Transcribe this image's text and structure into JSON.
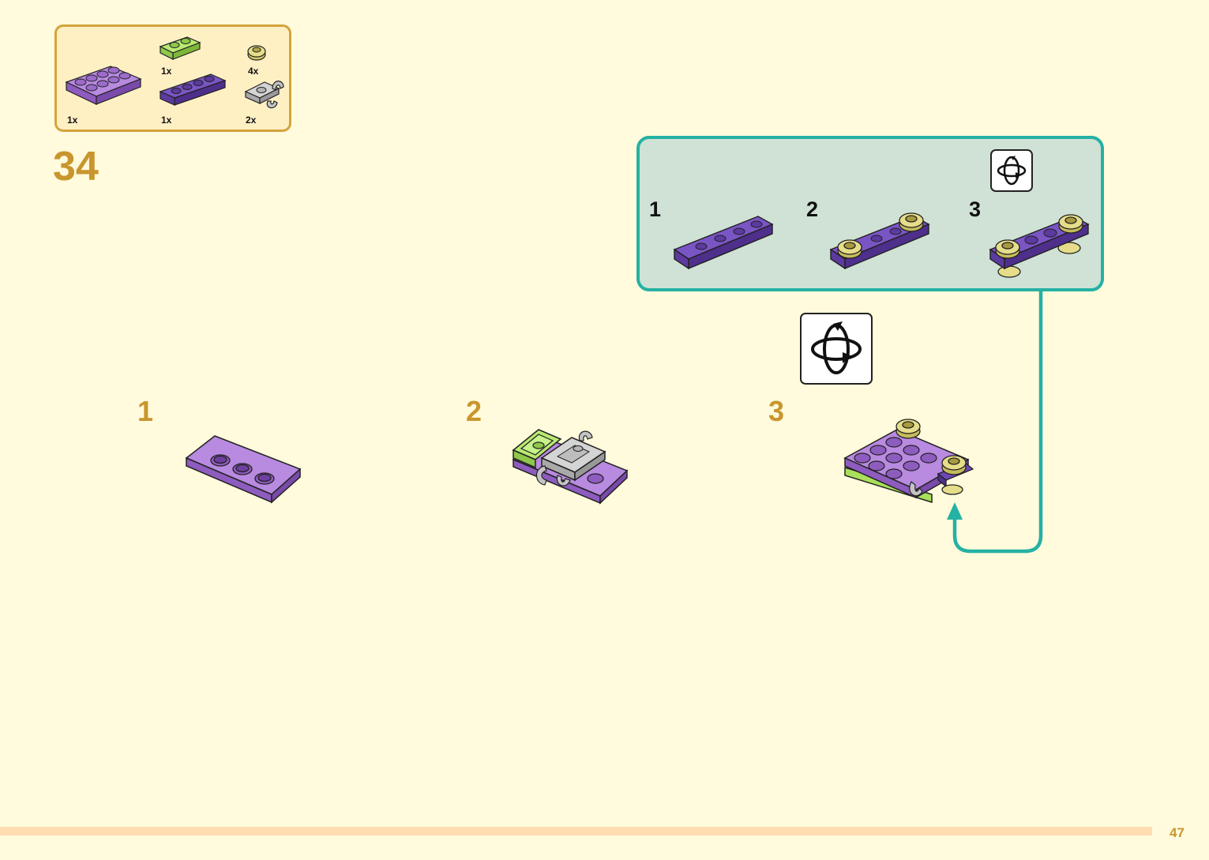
{
  "parts": [
    {
      "qty": "1x",
      "icon": "lavender-plate-2x4-icon"
    },
    {
      "qty": "1x",
      "icon": "lime-plate-1x2-icon"
    },
    {
      "qty": "1x",
      "icon": "dark-purple-plate-1x4-icon"
    },
    {
      "qty": "4x",
      "icon": "gold-round-plate-icon"
    },
    {
      "qty": "2x",
      "icon": "gray-clip-plate-icon"
    }
  ],
  "step_number": "34",
  "substeps": [
    "1",
    "2",
    "3"
  ],
  "inset_substeps": [
    "1",
    "2",
    "3"
  ],
  "icons": {
    "rotate": "rotate-model-icon"
  },
  "colors": {
    "background": "#fffbdc",
    "accent_gold": "#c9962e",
    "teal": "#25b1a4",
    "inset_bg": "#cfe2d5",
    "lavender": "#a56fd0",
    "dark_purple": "#6d47b7",
    "lime": "#a9e05b",
    "gray": "#c7c7c7",
    "gold": "#d6cc72"
  },
  "page_number": "47"
}
